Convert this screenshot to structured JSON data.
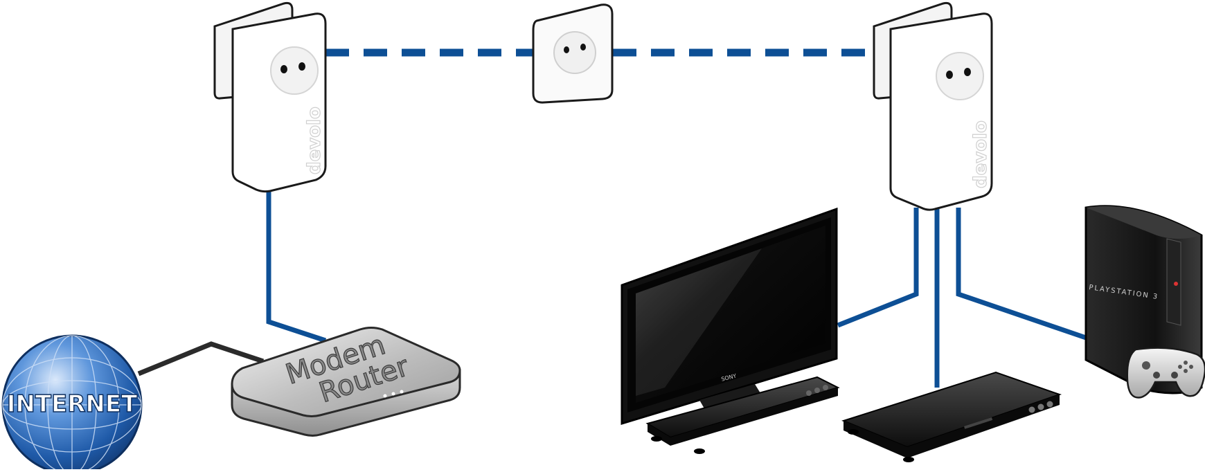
{
  "internet": {
    "label": "INTERNET"
  },
  "router": {
    "line1": "Modem",
    "line2": "Router"
  },
  "adapter_left": {
    "brand": "devolo"
  },
  "adapter_right": {
    "brand": "devolo"
  },
  "tv": {
    "brand": "SONY"
  },
  "console": {
    "brand": "PLAYSTATION 3"
  },
  "colors": {
    "powerline": "#0d4f95",
    "lan": "#0d4f95",
    "dsl": "#2b2b2b",
    "globe": "#2f6fc4"
  }
}
